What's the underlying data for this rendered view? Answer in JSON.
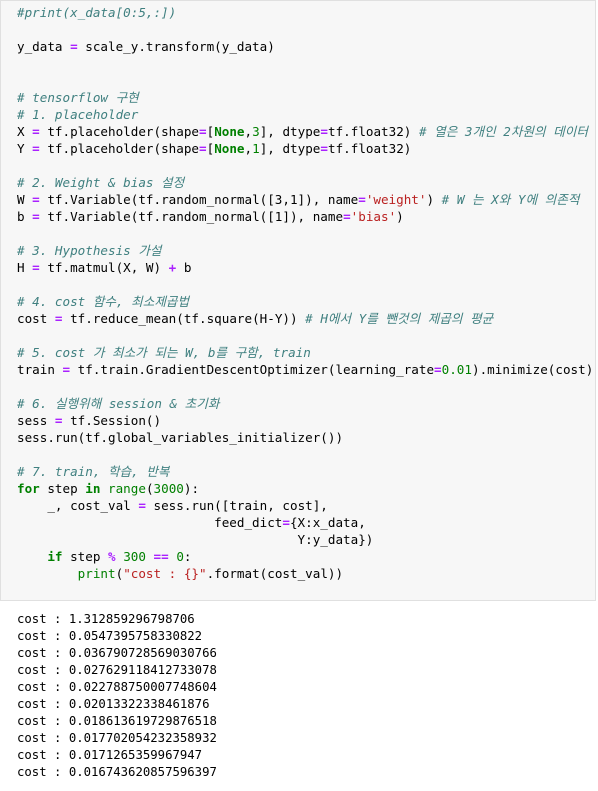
{
  "code_lines": [
    [
      [
        "cm",
        "#print(x_data[0:5,:])"
      ]
    ],
    [],
    [
      [
        "t",
        "y_data "
      ],
      [
        "op",
        "="
      ],
      [
        "t",
        " scale_y.transform(y_data)"
      ]
    ],
    [],
    [],
    [
      [
        "cm",
        "# tensorflow 구현"
      ]
    ],
    [
      [
        "cm",
        "# 1. placeholder"
      ]
    ],
    [
      [
        "t",
        "X "
      ],
      [
        "op",
        "="
      ],
      [
        "t",
        " tf.placeholder(shape"
      ],
      [
        "op",
        "="
      ],
      [
        "t",
        "["
      ],
      [
        "kc",
        "None"
      ],
      [
        "t",
        ","
      ],
      [
        "num",
        "3"
      ],
      [
        "t",
        "], dtype"
      ],
      [
        "op",
        "="
      ],
      [
        "t",
        "tf.float32) "
      ],
      [
        "cm",
        "# 열은 3개인 2차원의 데이터"
      ]
    ],
    [
      [
        "t",
        "Y "
      ],
      [
        "op",
        "="
      ],
      [
        "t",
        " tf.placeholder(shape"
      ],
      [
        "op",
        "="
      ],
      [
        "t",
        "["
      ],
      [
        "kc",
        "None"
      ],
      [
        "t",
        ","
      ],
      [
        "num",
        "1"
      ],
      [
        "t",
        "], dtype"
      ],
      [
        "op",
        "="
      ],
      [
        "t",
        "tf.float32)"
      ]
    ],
    [],
    [
      [
        "cm",
        "# 2. Weight & bias 설정"
      ]
    ],
    [
      [
        "t",
        "W "
      ],
      [
        "op",
        "="
      ],
      [
        "t",
        " tf.Variable(tf.random_normal([3,1]), name"
      ],
      [
        "op",
        "="
      ],
      [
        "str",
        "'weight'"
      ],
      [
        "t",
        ") "
      ],
      [
        "cm",
        "# W 는 X와 Y에 의존적"
      ]
    ],
    [
      [
        "t",
        "b "
      ],
      [
        "op",
        "="
      ],
      [
        "t",
        " tf.Variable(tf.random_normal([1]), name"
      ],
      [
        "op",
        "="
      ],
      [
        "str",
        "'bias'"
      ],
      [
        "t",
        ")"
      ]
    ],
    [],
    [
      [
        "cm",
        "# 3. Hypothesis 가설"
      ]
    ],
    [
      [
        "t",
        "H "
      ],
      [
        "op",
        "="
      ],
      [
        "t",
        " tf.matmul(X, W) "
      ],
      [
        "op",
        "+"
      ],
      [
        "t",
        " b"
      ]
    ],
    [],
    [
      [
        "cm",
        "# 4. cost 함수, 최소제곱법"
      ]
    ],
    [
      [
        "t",
        "cost "
      ],
      [
        "op",
        "="
      ],
      [
        "t",
        " tf.reduce_mean(tf.square(H-Y)) "
      ],
      [
        "cm",
        "# H에서 Y를 뺀것의 제곱의 평균"
      ]
    ],
    [],
    [
      [
        "cm",
        "# 5. cost 가 최소가 되는 W, b를 구함, train"
      ]
    ],
    [
      [
        "t",
        "train "
      ],
      [
        "op",
        "="
      ],
      [
        "t",
        " tf.train.GradientDescentOptimizer(learning_rate"
      ],
      [
        "op",
        "="
      ],
      [
        "num",
        "0.01"
      ],
      [
        "t",
        ").minimize(cost)"
      ]
    ],
    [],
    [
      [
        "cm",
        "# 6. 실행위해 session & 초기화"
      ]
    ],
    [
      [
        "t",
        "sess "
      ],
      [
        "op",
        "="
      ],
      [
        "t",
        " tf.Session()"
      ]
    ],
    [
      [
        "t",
        "sess.run(tf.global_variables_initializer())"
      ]
    ],
    [],
    [
      [
        "cm",
        "# 7. train, 학습, 반복"
      ]
    ],
    [
      [
        "kw",
        "for"
      ],
      [
        "t",
        " step "
      ],
      [
        "kw",
        "in"
      ],
      [
        "t",
        " "
      ],
      [
        "bi",
        "range"
      ],
      [
        "t",
        "("
      ],
      [
        "num",
        "3000"
      ],
      [
        "t",
        "):"
      ]
    ],
    [
      [
        "t",
        "    _, cost_val "
      ],
      [
        "op",
        "="
      ],
      [
        "t",
        " sess.run([train, cost],"
      ]
    ],
    [
      [
        "t",
        "                          feed_dict"
      ],
      [
        "op",
        "="
      ],
      [
        "t",
        "{X:x_data,"
      ]
    ],
    [
      [
        "t",
        "                                     Y:y_data})"
      ]
    ],
    [
      [
        "t",
        "    "
      ],
      [
        "kw",
        "if"
      ],
      [
        "t",
        " step "
      ],
      [
        "op",
        "%"
      ],
      [
        "t",
        " "
      ],
      [
        "num",
        "300"
      ],
      [
        "t",
        " "
      ],
      [
        "op",
        "=="
      ],
      [
        "t",
        " "
      ],
      [
        "num",
        "0"
      ],
      [
        "t",
        ":"
      ]
    ],
    [
      [
        "t",
        "        "
      ],
      [
        "bi",
        "print"
      ],
      [
        "t",
        "("
      ],
      [
        "str",
        "\"cost : {}\""
      ],
      [
        "t",
        ".format(cost_val))"
      ]
    ]
  ],
  "output_lines": [
    "cost : 1.312859296798706",
    "cost : 0.0547395758330822",
    "cost : 0.036790728569030766",
    "cost : 0.027629118412733078",
    "cost : 0.022788750007748604",
    "cost : 0.02013322338461876",
    "cost : 0.018613619729876518",
    "cost : 0.017702054232358932",
    "cost : 0.0171265359967947",
    "cost : 0.016743620857596397"
  ]
}
